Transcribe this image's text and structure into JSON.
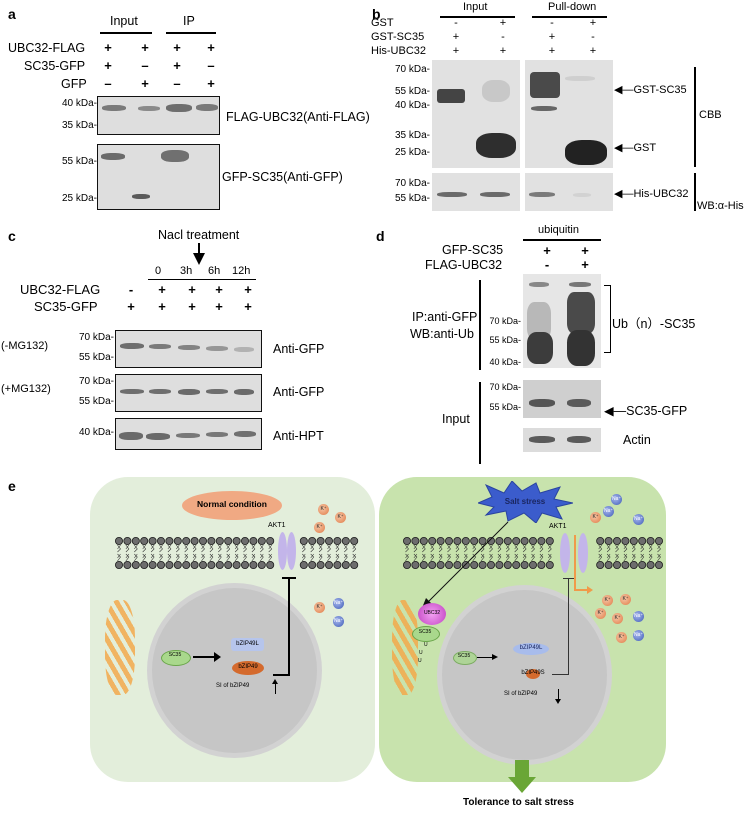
{
  "panel_a": {
    "label": "a",
    "groups": [
      "Input",
      "IP"
    ],
    "rows": [
      {
        "name": "UBC32-FLAG",
        "marks": [
          "+",
          "+",
          "+",
          "+"
        ]
      },
      {
        "name": "SC35-GFP",
        "marks": [
          "+",
          "–",
          "+",
          "–"
        ]
      },
      {
        "name": "GFP",
        "marks": [
          "–",
          "+",
          "–",
          "+"
        ]
      }
    ],
    "blot1": {
      "markers": [
        "40 kDa-",
        "35 kDa-"
      ],
      "label": "FLAG-UBC32(Anti-FLAG)"
    },
    "blot2": {
      "markers": [
        "55 kDa-",
        "25 kDa-"
      ],
      "label": "GFP-SC35(Anti-GFP)"
    }
  },
  "panel_b": {
    "label": "b",
    "groups": [
      "Input",
      "Pull-down"
    ],
    "rows": [
      {
        "name": "GST",
        "marks": [
          "-",
          "+",
          "-",
          "+"
        ]
      },
      {
        "name": "GST-SC35",
        "marks": [
          "+",
          "-",
          "+",
          "-"
        ]
      },
      {
        "name": "His-UBC32",
        "marks": [
          "+",
          "+",
          "+",
          "+"
        ]
      }
    ],
    "markers_top": [
      "70 kDa-",
      "55 kDa-",
      "40 kDa-",
      "35 kDa-",
      "25 kDa-"
    ],
    "markers_bottom": [
      "70 kDa-",
      "55 kDa-"
    ],
    "arrows": [
      "GST-SC35",
      "GST",
      "His-UBC32"
    ],
    "side_labels": [
      "CBB",
      "WB:α-His"
    ]
  },
  "panel_c": {
    "label": "c",
    "treatment": "Nacl treatment",
    "timepoints": [
      "0",
      "3h",
      "6h",
      "12h"
    ],
    "rows": [
      {
        "name": "UBC32-FLAG",
        "marks": [
          "-",
          "+",
          "+",
          "+",
          "+"
        ]
      },
      {
        "name": "SC35-GFP",
        "marks": [
          "+",
          "+",
          "+",
          "+",
          "+"
        ]
      }
    ],
    "blots": [
      {
        "condition": "(-MG132)",
        "markers": [
          "70 kDa-",
          "55 kDa-"
        ],
        "label": "Anti-GFP"
      },
      {
        "condition": "(+MG132)",
        "markers": [
          "70 kDa-",
          "55 kDa-"
        ],
        "label": "Anti-GFP"
      },
      {
        "condition": "",
        "markers": [
          "40 kDa-"
        ],
        "label": "Anti-HPT"
      }
    ]
  },
  "panel_d": {
    "label": "d",
    "group": "ubiquitin",
    "rows": [
      {
        "name": "GFP-SC35",
        "marks": [
          "+",
          "+"
        ]
      },
      {
        "name": "FLAG-UBC32",
        "marks": [
          "-",
          "+"
        ]
      }
    ],
    "ip_label_1": "IP:anti-GFP",
    "ip_label_2": "WB:anti-Ub",
    "ip_markers": [
      "70 kDa-",
      "55 kDa-",
      "40 kDa-"
    ],
    "ub_label": "Ub（n）-SC35",
    "input_label": "Input",
    "input_markers": [
      "70 kDa-",
      "55 kDa-"
    ],
    "input_arrow": "SC35-GFP",
    "actin_label": "Actin"
  },
  "panel_e": {
    "label": "e",
    "left": {
      "condition": "Normal condition",
      "channel": "AKT1",
      "sc35": "SC35",
      "bzip_top": "bZIP49L",
      "bzip_bottom": "bZIP49",
      "si": "SI of bZIP49"
    },
    "right": {
      "stress": "Salt stress",
      "channel": "AKT1",
      "ubc32": "UBC32",
      "sc35": "SC35",
      "sc35_nuc": "SC35",
      "ub": [
        "U",
        "U",
        "U"
      ],
      "bzip_top": "bZIP49L",
      "bzip_bottom": "bZIP49S",
      "si": "SI of bZIP49"
    },
    "ions": {
      "k": "K⁺",
      "na": "Na⁺"
    },
    "outcome": "Tolerance to salt stress",
    "colors": {
      "cell_left": "#e4efdc",
      "cell_right": "#c9e4ae",
      "nucleus": "#c8c8c8",
      "arrow": "#6aa636",
      "stress": "#3b5ccc",
      "condition": "#f0a983"
    }
  }
}
